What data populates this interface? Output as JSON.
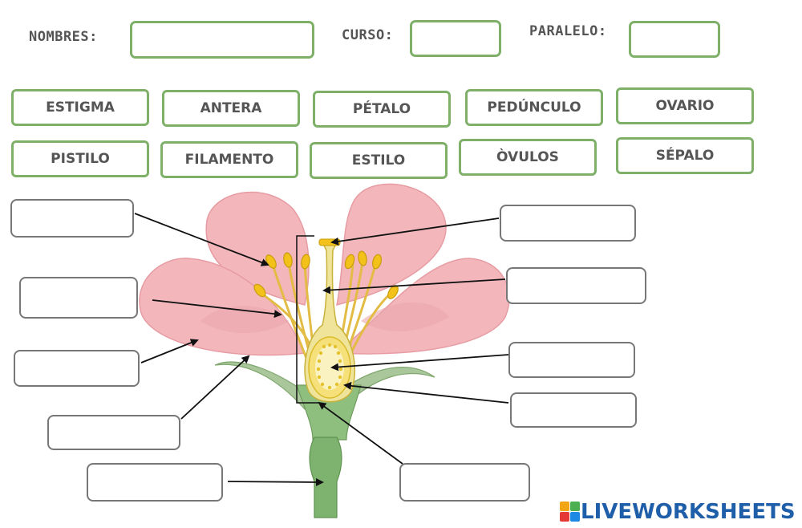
{
  "header": {
    "nombres_label": "NOMBRES:",
    "curso_label": "CURSO:",
    "paralelo_label": "PARALELO:",
    "nombres_value": "",
    "curso_value": "",
    "paralelo_value": ""
  },
  "word_bank": {
    "row1": [
      "ESTIGMA",
      "ANTERA",
      "PÉTALO",
      "PEDÚNCULO",
      "OVARIO"
    ],
    "row2": [
      "PISTILO",
      "FILAMENTO",
      "ESTILO",
      "ÒVULOS",
      "SÉPALO"
    ]
  },
  "colors": {
    "accent_green": "#7fb069",
    "petal_pink": "#f2b6bb",
    "sepal_green": "#a9c79a",
    "stem_green": "#7db36e",
    "anther_yellow": "#f3c21a",
    "logo_blue": "#1f5ea8"
  },
  "footer": {
    "logo_text": "LIVEWORKSHEETS"
  }
}
